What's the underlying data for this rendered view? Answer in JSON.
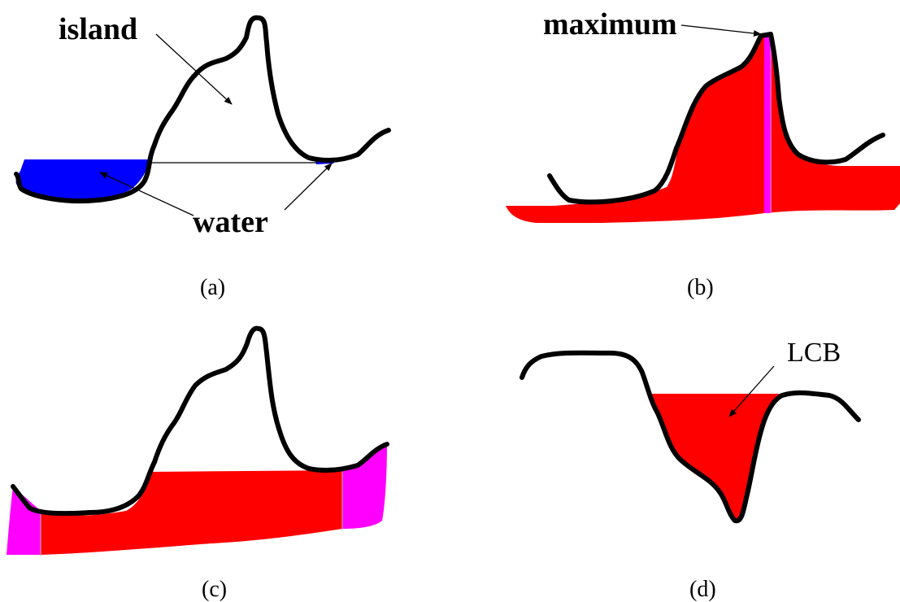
{
  "colors": {
    "water": "#0000ff",
    "fill": "#ff0000",
    "highlight": "#ff00ff",
    "outline": "#000000",
    "background": "#ffffff"
  },
  "panels": [
    {
      "caption": "(a)",
      "labels": {
        "island": "island",
        "water": "water"
      }
    },
    {
      "caption": "(b)",
      "labels": {
        "maximum": "maximum"
      }
    },
    {
      "caption": "(c)"
    },
    {
      "caption": "(d)",
      "labels": {
        "lcb": "LCB"
      }
    }
  ]
}
